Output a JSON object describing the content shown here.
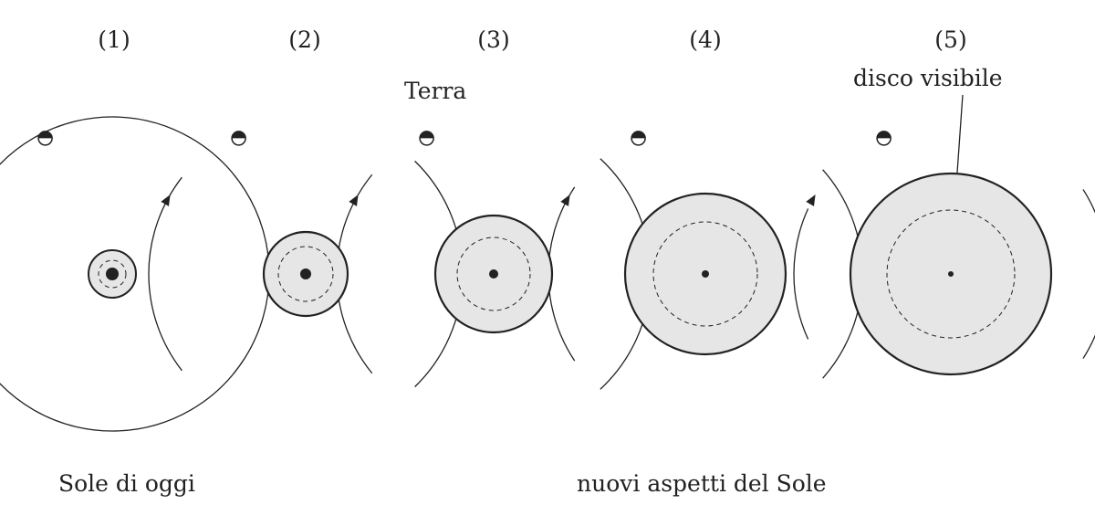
{
  "figure": {
    "stage_labels": [
      "(1)",
      "(2)",
      "(3)",
      "(4)",
      "(5)"
    ],
    "earth_label": "Terra",
    "disc_label": "disco visibile",
    "today_label": "Sole di oggi",
    "future_label": "nuovi aspetti del Sole"
  },
  "colors": {
    "ink": "#222222",
    "disc_fill": "#e6e6e6",
    "background": "#ffffff"
  }
}
